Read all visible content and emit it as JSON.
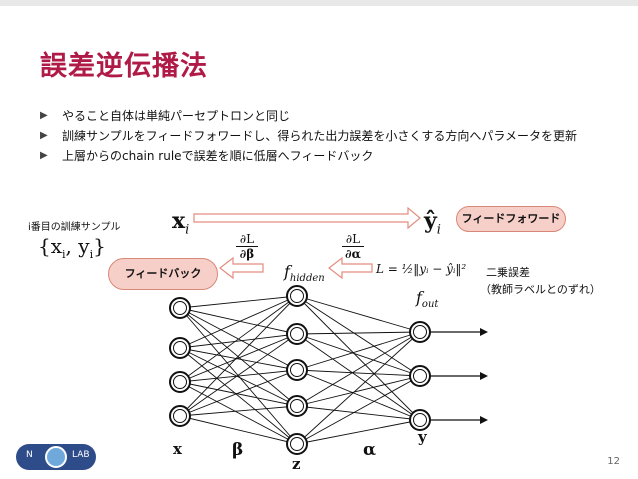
{
  "title": "誤差逆伝播法",
  "bullets": [
    "やること自体は単純パーセプトロンと同じ",
    "訓練サンプルをフィードフォワードし、得られた出力誤差を小さくする方向へパラメータを更新",
    "上層からのchain ruleで誤差を順に低層へフィードバック"
  ],
  "diagram": {
    "sample_label": "i番目の訓練サンプル",
    "sample_set": "{x",
    "sample_set_i": "i",
    "sample_set_mid": ", y",
    "sample_set_end": "}",
    "x_i": "x",
    "x_i_sub": "i",
    "y_hat_i": "ŷ",
    "y_hat_sub": "i",
    "feedforward": "フィードフォワード",
    "feedback": "フィードバック",
    "dL_dbeta_num": "∂L",
    "dL_dbeta_den": "∂β",
    "dL_dalpha_num": "∂L",
    "dL_dalpha_den": "∂α",
    "f_hidden": "f",
    "f_hidden_sub": "hidden",
    "f_out": "f",
    "f_out_sub": "out",
    "loss_formula": "L = ½‖yᵢ − ŷᵢ‖²",
    "error_label": "二乗誤差",
    "error_sub": "（教師ラベルとのずれ）",
    "layer_x": "x",
    "layer_z": "z",
    "layer_y": "y",
    "beta": "β",
    "alpha": "α"
  },
  "logo": {
    "left": "N",
    "right": "LAB"
  },
  "page_number": "12",
  "colors": {
    "title": "#b01a47",
    "pill": "#f6cfc8",
    "pill_border": "#d98877",
    "arrow_border": "#e48d80"
  }
}
